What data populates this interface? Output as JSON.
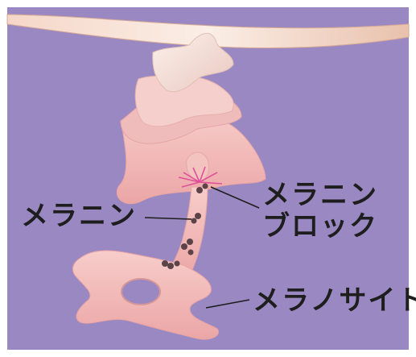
{
  "labels": {
    "melanin": "メラニン",
    "melanin_block_line1": "メラニン",
    "melanin_block_line2": "ブロック",
    "melanocyte": "メラノサイト"
  },
  "colors": {
    "background": "#9a88c2",
    "frame": "#ffffff",
    "cell_pink": "#f1b6b4",
    "cell_light": "#f7e3dc",
    "granule": "#5c4348",
    "burst": "#e0509a",
    "text": "#1e1e1e"
  }
}
